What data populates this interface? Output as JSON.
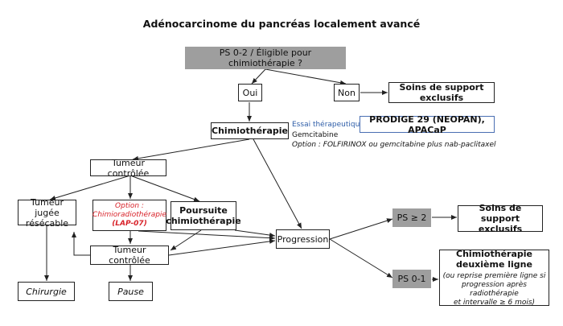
{
  "title": "Adénocarcinome du pancréas localement avancé",
  "nodes": {
    "ps_question": "PS 0-2 / Éligible pour chimiothérapie ?",
    "oui": "Oui",
    "non": "Non",
    "soins_support_exclusifs": "Soins de support exclusifs",
    "chimiotherapie": "Chimiothérapie",
    "essai_label": "Essai thérapeutique",
    "essai_trials": "PRODIGE 29 (NEOPAN), APACaP",
    "gemcitabine": "Gemcitabine",
    "option_text": "Option : FOLFIRINOX ou gemcitabine plus nab-paclitaxel",
    "tumeur_controlee_1": "Tumeur contrôlée",
    "tumeur_jugee_line1": "Tumeur jugée",
    "tumeur_jugee_line2": "résécable",
    "option_crt_line1": "Option :",
    "option_crt_line2": "Chimioradiothérapie",
    "option_crt_line3": "(LAP-07)",
    "poursuite_line1": "Poursuite",
    "poursuite_line2": "chimiothérapie",
    "progression": "Progression",
    "tumeur_controlee_2": "Tumeur contrôlée",
    "chirurgie": "Chirurgie",
    "pause": "Pause",
    "ps_ge2": "PS ≥ 2",
    "ps_01": "PS 0-1",
    "soins_support_line1": "Soins de support",
    "soins_support_line2": "exclusifs",
    "chimio2_line1": "Chimiothérapie",
    "chimio2_line2": "deuxième ligne",
    "chimio2_note_line1": "(ou reprise première ligne si",
    "chimio2_note_line2": "progression après radiothérapie",
    "chimio2_note_line3": "et intervalle ≥ 6 mois)"
  },
  "colors": {
    "gray_box": "#9e9e9e",
    "red_text": "#d8232a",
    "blue_text": "#2f5ea8",
    "line": "#222222"
  }
}
